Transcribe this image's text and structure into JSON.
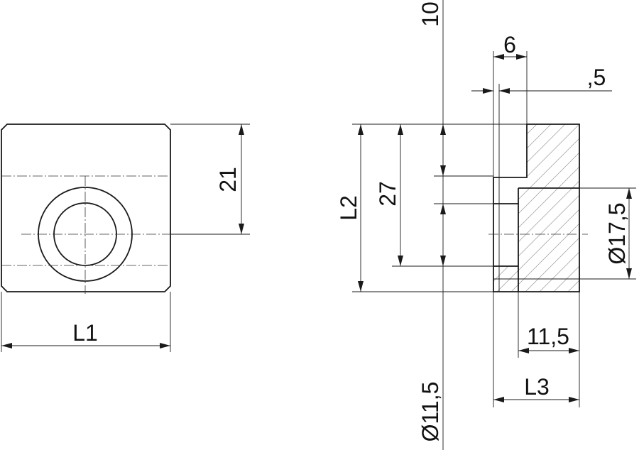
{
  "front_view": {
    "width_label": "L1",
    "height_label": "21"
  },
  "side_view": {
    "top_label": "10",
    "slot_label": "6",
    "step_label": ",5",
    "height_label": "L2",
    "thread_pitch_label": "27",
    "bore_label": "Ø17,5",
    "depth_label": "11,5",
    "length_label": "L3",
    "thread_label": "Ø11,5"
  },
  "colors": {
    "line": "#1a1a1a",
    "hatch": "#9a9a9a",
    "background": "#ffffff"
  }
}
